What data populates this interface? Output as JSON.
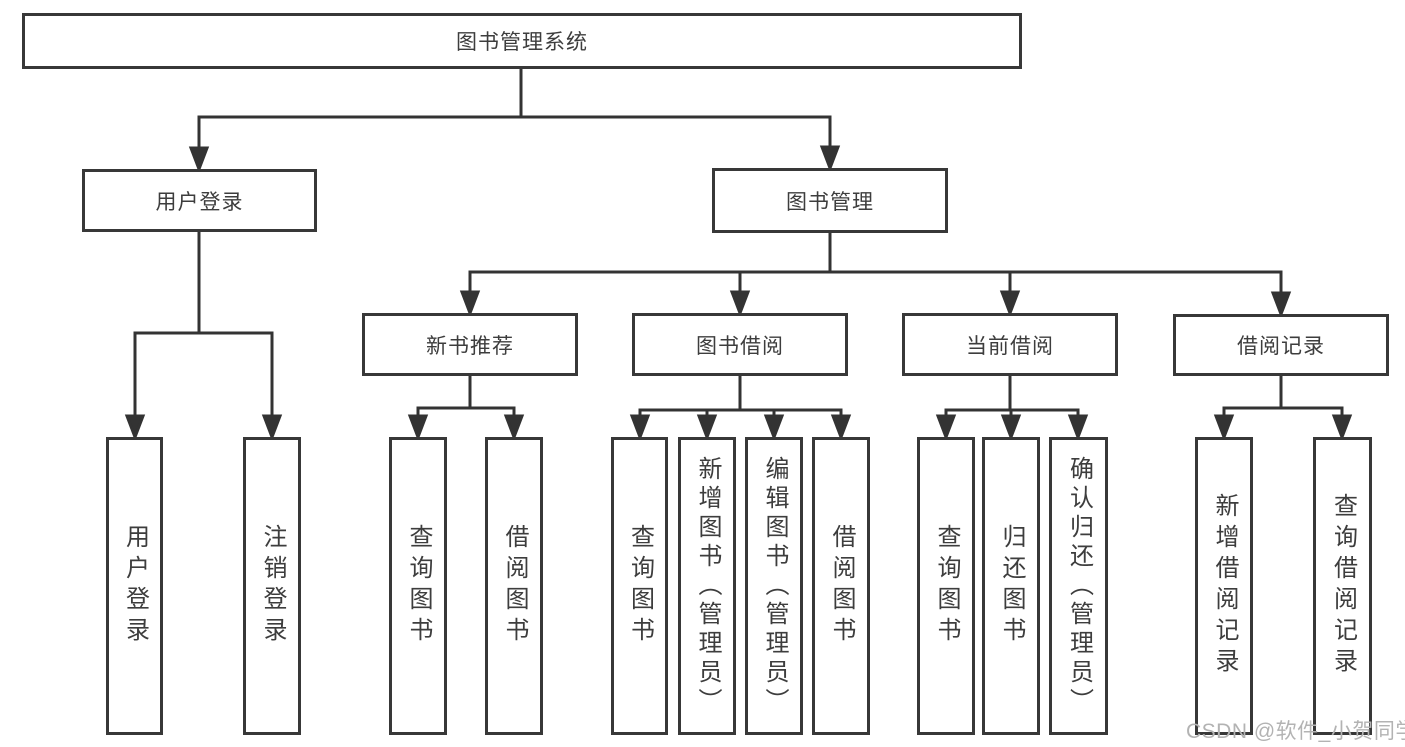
{
  "tree": {
    "root": "图书管理系统",
    "children": [
      {
        "label": "用户登录",
        "leaves": [
          "用户登录",
          "注销登录"
        ]
      },
      {
        "label": "图书管理",
        "children": [
          {
            "label": "新书推荐",
            "leaves": [
              "查询图书",
              "借阅图书"
            ]
          },
          {
            "label": "图书借阅",
            "leaves": [
              "查询图书",
              "新增图书（管理员）",
              "编辑图书（管理员）",
              "借阅图书"
            ]
          },
          {
            "label": "当前借阅",
            "leaves": [
              "查询图书",
              "归还图书",
              "确认归还（管理员）"
            ]
          },
          {
            "label": "借阅记录",
            "leaves": [
              "新增借阅记录",
              "查询借阅记录"
            ]
          }
        ]
      }
    ]
  },
  "watermark": {
    "text": "CSDN @软件_小贺同学"
  },
  "colors": {
    "line": "#333333",
    "box_border": "#383838",
    "text": "#3d3d3d",
    "watermark": "#b3b3b3",
    "background": "#ffffff"
  }
}
